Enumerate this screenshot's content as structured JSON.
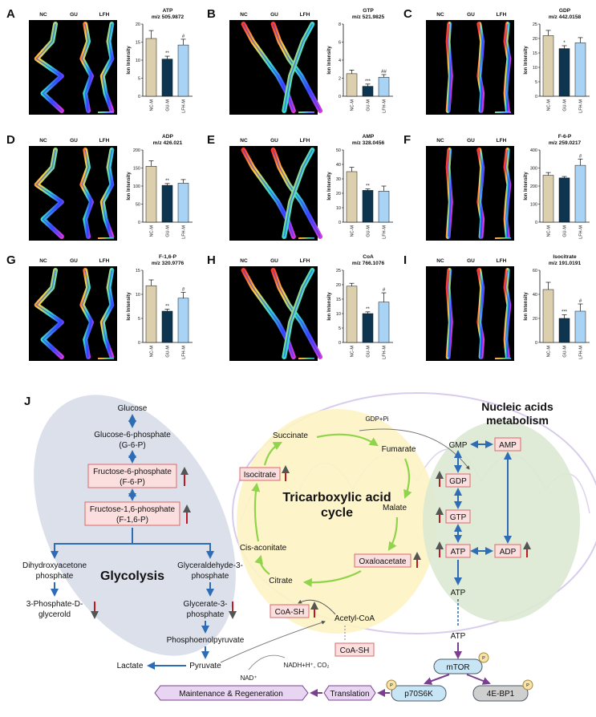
{
  "panel_labels": [
    "A",
    "B",
    "C",
    "D",
    "E",
    "F",
    "G",
    "H",
    "I",
    "J"
  ],
  "image_headers": [
    "NC",
    "GU",
    "LFH"
  ],
  "bar_colors": [
    "#dccfae",
    "#0d3550",
    "#a9d3f5"
  ],
  "y_axis_label": "Ion Intensity",
  "chart_data": [
    {
      "type": "bar",
      "title": "ATP",
      "subtitle": "m/z 505.9872",
      "categories": [
        "NC-M",
        "GU-M",
        "LFH-M"
      ],
      "values": [
        16,
        10.3,
        14.2
      ],
      "errors": [
        2.2,
        0.8,
        1.6
      ],
      "significance": [
        "",
        "**",
        "#"
      ],
      "ylim": [
        0,
        20
      ],
      "yticks": [
        "0",
        "5",
        "10",
        "15",
        "20"
      ],
      "ylabel": "Ion Intensity"
    },
    {
      "type": "bar",
      "title": "GTP",
      "subtitle": "m/z 521.9825",
      "categories": [
        "NC-M",
        "GU-M",
        "LFH-M"
      ],
      "values": [
        2.5,
        1.1,
        2.1
      ],
      "errors": [
        0.4,
        0.25,
        0.3
      ],
      "significance": [
        "",
        "***",
        "##"
      ],
      "ylim": [
        0,
        8
      ],
      "yticks": [
        "0",
        "2",
        "4",
        "6",
        "8"
      ],
      "ylabel": "Ion Intensity"
    },
    {
      "type": "bar",
      "title": "GDP",
      "subtitle": "m/z 442.0158",
      "categories": [
        "NC-M",
        "GU-M",
        "LFH-M"
      ],
      "values": [
        21,
        16.5,
        18.5
      ],
      "errors": [
        1.8,
        1.0,
        1.8
      ],
      "significance": [
        "",
        "*",
        ""
      ],
      "ylim": [
        0,
        25
      ],
      "yticks": [
        "0",
        "5",
        "10",
        "15",
        "20",
        "25"
      ],
      "ylabel": "Ion Intensity"
    },
    {
      "type": "bar",
      "title": "ADP",
      "subtitle": "m/z 426.021",
      "categories": [
        "NC-M",
        "GU-M",
        "LFH-M"
      ],
      "values": [
        155,
        102,
        108
      ],
      "errors": [
        15,
        5,
        10
      ],
      "significance": [
        "",
        "**",
        ""
      ],
      "ylim": [
        0,
        200
      ],
      "yticks": [
        "0",
        "50",
        "100",
        "150",
        "200"
      ],
      "ylabel": "Ion Intensity"
    },
    {
      "type": "bar",
      "title": "AMP",
      "subtitle": "m/z 328.0456",
      "categories": [
        "NC-M",
        "GU-M",
        "LFH-M"
      ],
      "values": [
        35,
        22,
        21.5
      ],
      "errors": [
        3,
        1,
        3.5
      ],
      "significance": [
        "",
        "**",
        ""
      ],
      "ylim": [
        0,
        50
      ],
      "yticks": [
        "0",
        "10",
        "20",
        "30",
        "40",
        "50"
      ],
      "ylabel": "Ion Intensity"
    },
    {
      "type": "bar",
      "title": "F-6-P",
      "subtitle": "m/z 259.0217",
      "categories": [
        "NC-M",
        "GU-M",
        "LFH-M"
      ],
      "values": [
        260,
        245,
        315
      ],
      "errors": [
        15,
        8,
        35
      ],
      "significance": [
        "",
        "",
        "#"
      ],
      "ylim": [
        0,
        400
      ],
      "yticks": [
        "0",
        "100",
        "200",
        "300",
        "400"
      ],
      "ylabel": "Ion Intensity"
    },
    {
      "type": "bar",
      "title": "F-1,6-P",
      "subtitle": "m/z 320.9776",
      "categories": [
        "NC-M",
        "GU-M",
        "LFH-M"
      ],
      "values": [
        11.8,
        6.5,
        9.2
      ],
      "errors": [
        1.2,
        0.4,
        1.2
      ],
      "significance": [
        "",
        "**",
        "#"
      ],
      "ylim": [
        0,
        15
      ],
      "yticks": [
        "0",
        "5",
        "10",
        "15"
      ],
      "ylabel": "Ion Intensity"
    },
    {
      "type": "bar",
      "title": "CoA",
      "subtitle": "m/z 766.1076",
      "categories": [
        "NC-M",
        "GU-M",
        "LFH-M"
      ],
      "values": [
        19.5,
        10,
        14
      ],
      "errors": [
        1,
        0.6,
        3.2
      ],
      "significance": [
        "",
        "**",
        "#"
      ],
      "ylim": [
        0,
        25
      ],
      "yticks": [
        "0",
        "5",
        "10",
        "15",
        "20",
        "25"
      ],
      "ylabel": "Ion Intensity"
    },
    {
      "type": "bar",
      "title": "Isocitrate",
      "subtitle": "m/z 191.0191",
      "categories": [
        "NC-M",
        "GU-M",
        "LFH-M"
      ],
      "values": [
        44,
        20,
        26
      ],
      "errors": [
        6,
        3,
        6
      ],
      "significance": [
        "",
        "***",
        "#"
      ],
      "ylim": [
        0,
        60
      ],
      "yticks": [
        "0",
        "20",
        "40",
        "60"
      ],
      "ylabel": "Ion Intensity"
    }
  ],
  "diagram": {
    "glycolysis": {
      "label": "Glycolysis",
      "glucose": "Glucose",
      "g6p": [
        "Glucose-6-phosphate",
        "(G-6-P)"
      ],
      "f6p": [
        "Fructose-6-phosphate",
        "(F-6-P)"
      ],
      "f16p": [
        "Fructose-1,6-phosphate",
        "(F-1,6-P)"
      ],
      "dhap": [
        "Dihydroxyacetone",
        "phosphate"
      ],
      "g3p": [
        "Glyceraldehyde-3-",
        "phosphate"
      ],
      "p3dg": [
        "3-Phosphate-D-",
        "glycerold"
      ],
      "glycerate": [
        "Glycerate-3-",
        "phosphate"
      ],
      "pep": "Phosphoenolpyruvate",
      "pyruvate": "Pyruvate",
      "lactate": "Lactate"
    },
    "tca": {
      "label": [
        "Tricarboxylic acid",
        "cycle"
      ],
      "succinate": "Succinate",
      "fumarate": "Fumarate",
      "isocitrate": "Isocitrate",
      "malate": "Malate",
      "cis_aconitate": "Cis-aconitate",
      "oxaloacetate": "Oxaloacetate",
      "citrate": "Citrate",
      "coa_sh_1": "CoA-SH",
      "acetyl_coa": "Acetyl-CoA",
      "coa_sh_2": "CoA-SH",
      "gdp_pi": "GDP+Pi",
      "nad": "NAD⁺",
      "nadh": "NADH+H⁺, CO₂"
    },
    "nucleic": {
      "label": [
        "Nucleic acids",
        "metabolism"
      ],
      "gmp": "GMP",
      "amp": "AMP",
      "gdp": "GDP",
      "gtp": "GTP",
      "atp": "ATP",
      "adp": "ADP"
    },
    "signaling": {
      "atp1": "ATP",
      "atp2": "ATP",
      "mtor": "mTOR",
      "p70s6k": "p70S6K",
      "eb41": "4E-BP1",
      "translation": "Translation",
      "maintenance": "Maintenance & Regeneration",
      "phospho": "P"
    },
    "colors": {
      "blue_arrow": "#2e6db5",
      "green_arrow": "#8fd44a",
      "red_up": "#c0181e",
      "box_fill": "#fbdede",
      "box_stroke": "#d96b6b",
      "purple": "#7b3f8f"
    }
  }
}
